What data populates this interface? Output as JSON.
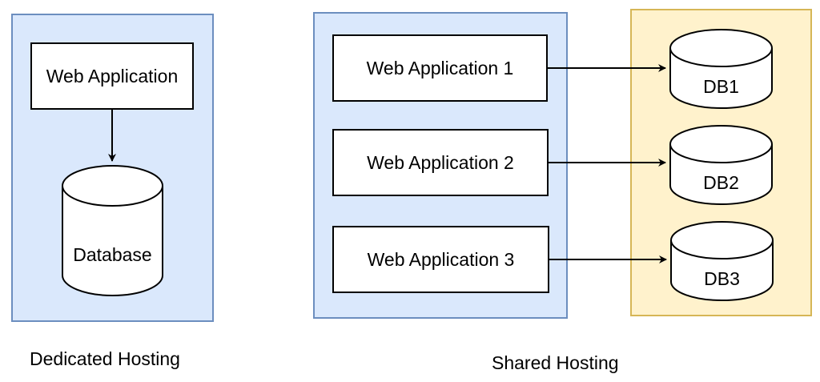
{
  "dedicated": {
    "caption": "Dedicated Hosting",
    "app_label": "Web Application",
    "db_label": "Database"
  },
  "shared": {
    "caption": "Shared Hosting",
    "apps": [
      "Web Application 1",
      "Web Application 2",
      "Web Application 3"
    ],
    "dbs": [
      "DB1",
      "DB2",
      "DB3"
    ]
  },
  "colors": {
    "app_container_fill": "#dae8fc",
    "app_container_stroke": "#6c8ebf",
    "db_container_fill": "#fff2cc",
    "db_container_stroke": "#d6b656"
  }
}
